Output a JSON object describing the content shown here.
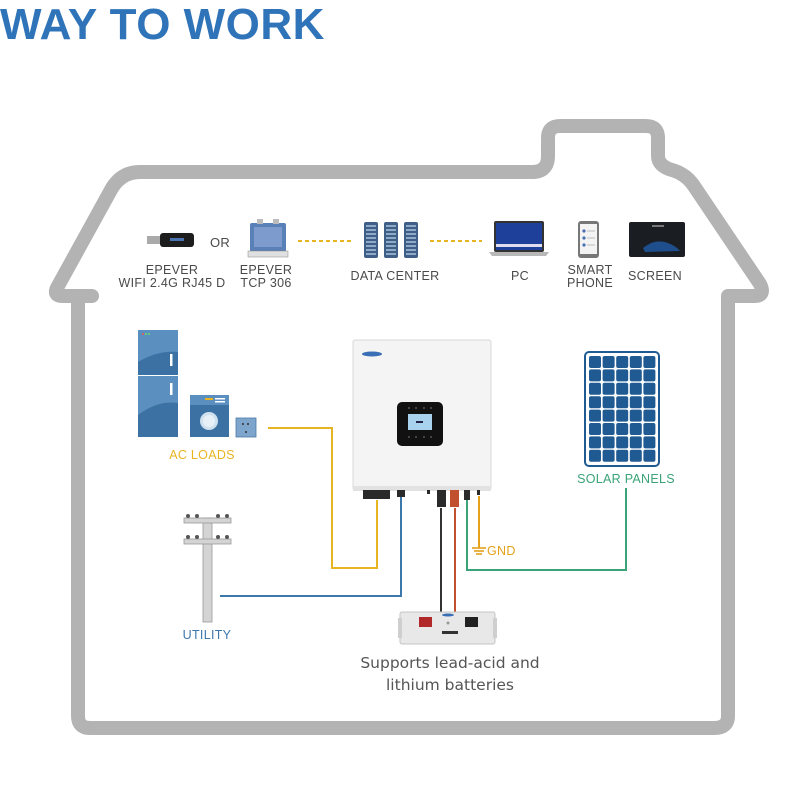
{
  "title": "WAY TO WORK",
  "monitoring": {
    "or_label": "OR",
    "devices": [
      {
        "id": "wifi",
        "label_line1": "EPEVER",
        "label_line2": "WIFI 2.4G RJ45 D",
        "icon": "wifi-dongle-icon"
      },
      {
        "id": "tcp",
        "label_line1": "EPEVER",
        "label_line2": "TCP 306",
        "icon": "network-adapter-icon"
      },
      {
        "id": "datacenter",
        "label_line1": "DATA CENTER",
        "icon": "server-rack-icon"
      },
      {
        "id": "pc",
        "label_line1": "PC",
        "icon": "laptop-icon"
      },
      {
        "id": "phone",
        "label_line1": "SMART",
        "label_line2": "PHONE",
        "icon": "smartphone-icon"
      },
      {
        "id": "screen",
        "label_line1": "SCREEN",
        "icon": "display-screen-icon"
      }
    ]
  },
  "components": {
    "ac_loads": {
      "label": "AC LOADS",
      "color": "#e8b422"
    },
    "utility": {
      "label": "UTILITY",
      "color": "#3d78ad"
    },
    "solar": {
      "label": "SOLAR PANELS",
      "color": "#3aa377"
    },
    "gnd": {
      "label": "GND",
      "color": "#e3a21a"
    },
    "inverter": {
      "brand": "EPEVER"
    },
    "battery": {
      "brand": "EPEVER"
    }
  },
  "caption": {
    "line1": "Supports lead-acid and",
    "line2": "lithium batteries"
  },
  "colors": {
    "title": "#2f74b8",
    "house_outline": "#b3b3b3",
    "data_link": "#e8b422",
    "battery_negative": "#333333",
    "battery_positive": "#c0502e"
  }
}
